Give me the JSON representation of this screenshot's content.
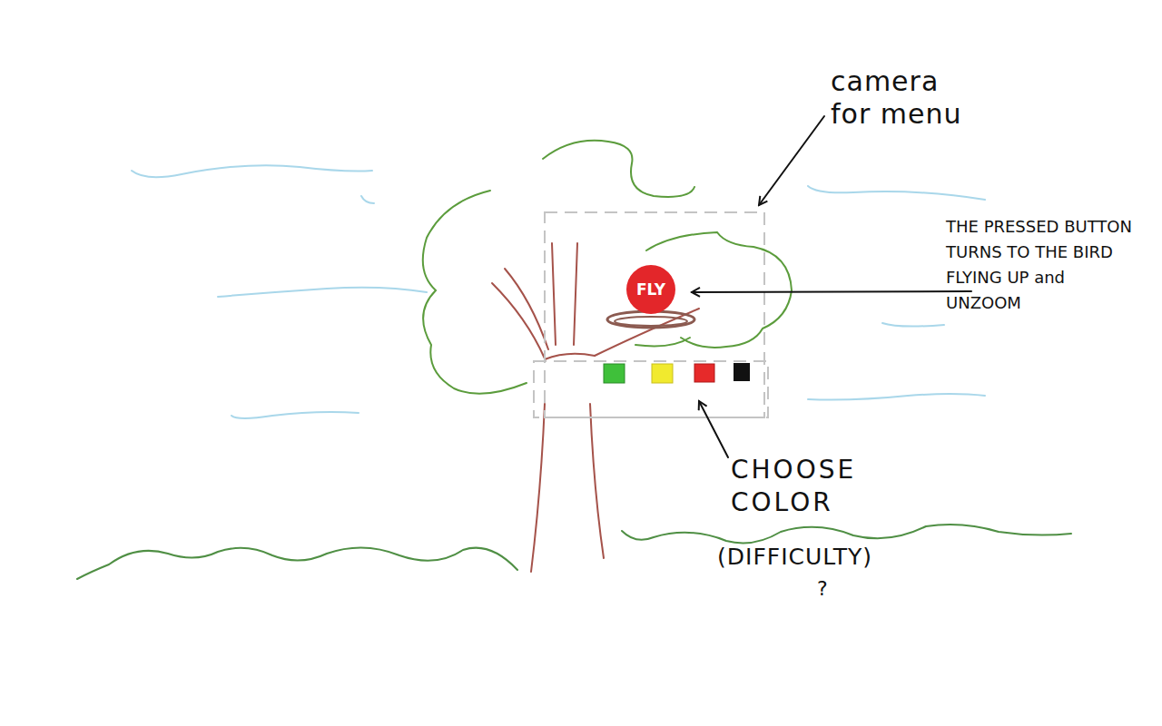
{
  "diagram": {
    "nodes": [
      {
        "text": [
          "FLY"
        ]
      }
    ],
    "labels": [
      "camera for menu",
      "THE PRESSED BUTTON TURNS TO THE BIRD FLYING UP and UNZOOM",
      "CHOOSE COLOR",
      "(DIFFICULTY)",
      "?"
    ]
  }
}
